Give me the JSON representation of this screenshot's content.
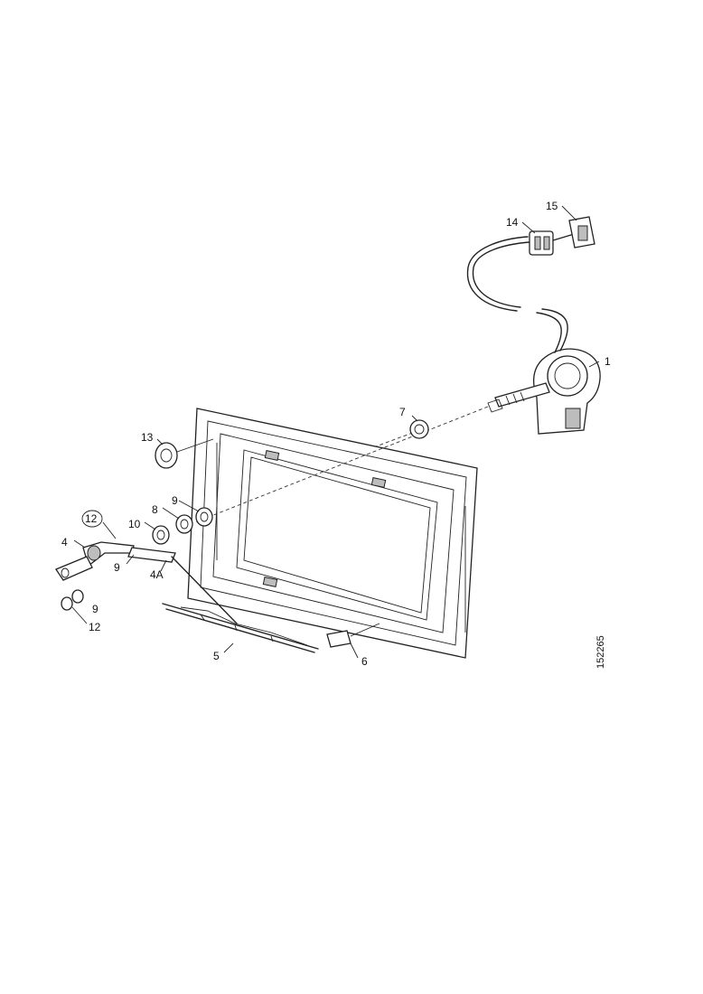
{
  "diagram": {
    "reference_number": "152265",
    "callouts": [
      {
        "id": "c1",
        "text": "1"
      },
      {
        "id": "c4",
        "text": "4"
      },
      {
        "id": "c4a",
        "text": "4A"
      },
      {
        "id": "c5",
        "text": "5"
      },
      {
        "id": "c6",
        "text": "6"
      },
      {
        "id": "c7",
        "text": "7"
      },
      {
        "id": "c8",
        "text": "8"
      },
      {
        "id": "c9a",
        "text": "9"
      },
      {
        "id": "c9b",
        "text": "9"
      },
      {
        "id": "c9c",
        "text": "9"
      },
      {
        "id": "c10",
        "text": "10"
      },
      {
        "id": "c12a",
        "text": "12"
      },
      {
        "id": "c12b",
        "text": "12"
      },
      {
        "id": "c13",
        "text": "13"
      },
      {
        "id": "c14",
        "text": "14"
      },
      {
        "id": "c15",
        "text": "15"
      }
    ]
  }
}
